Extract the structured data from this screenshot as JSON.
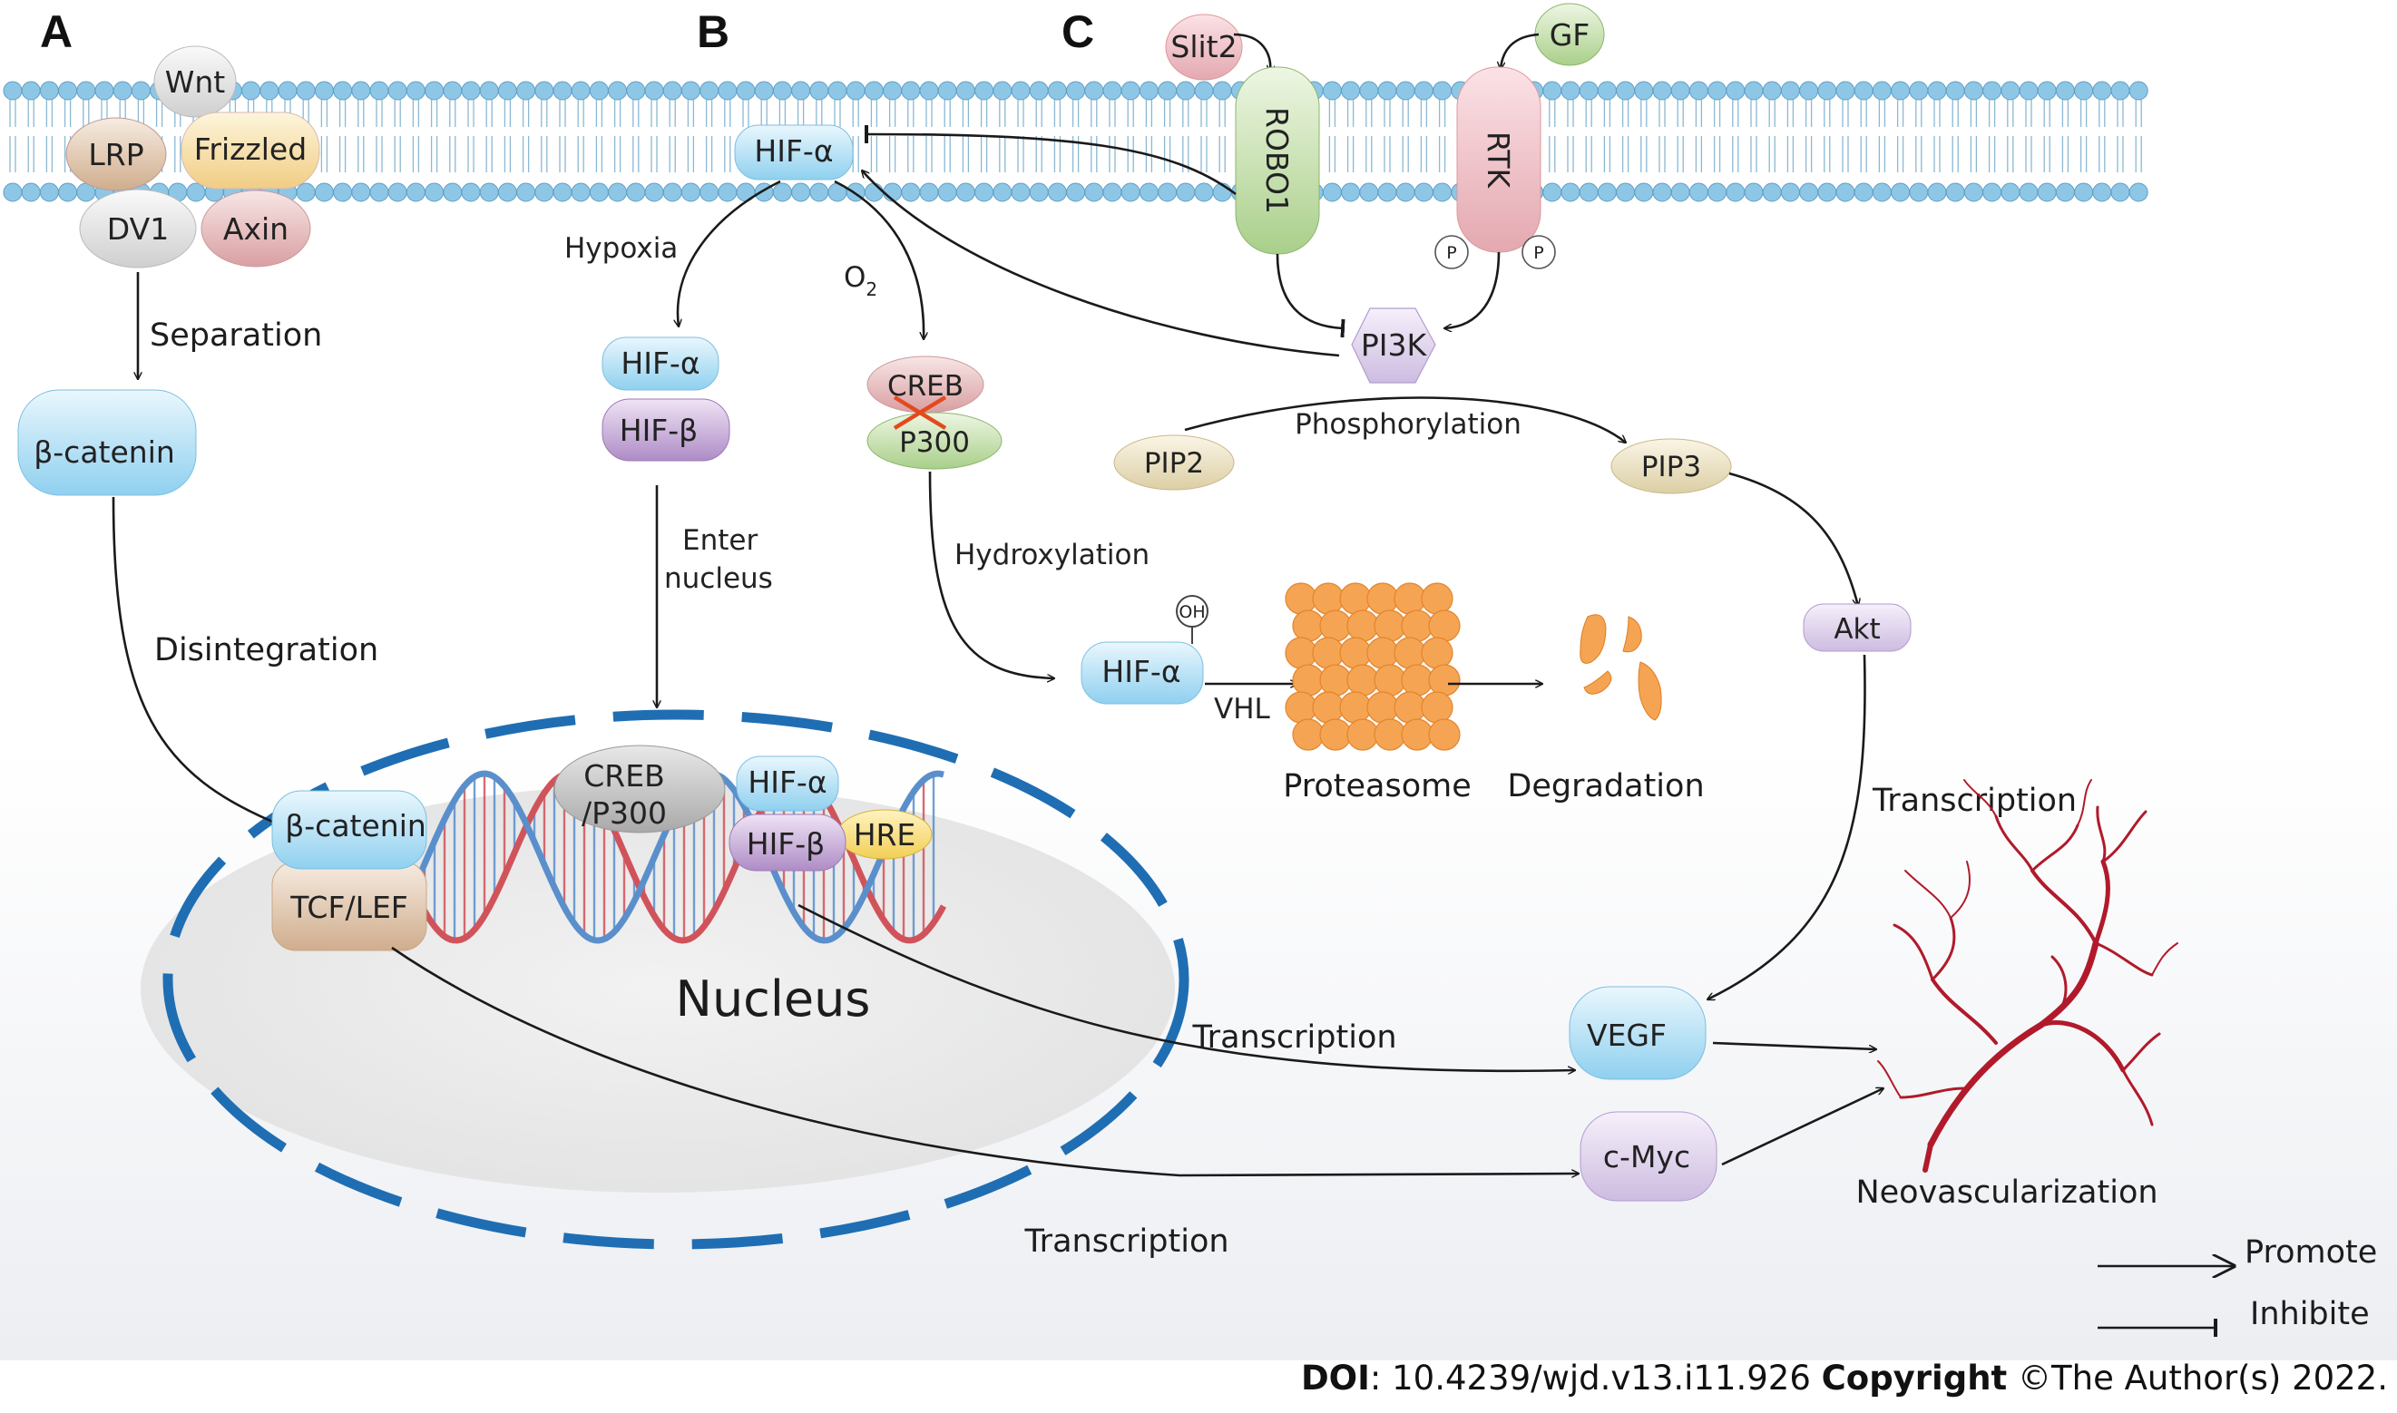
{
  "panels": {
    "a": "A",
    "b": "B",
    "c": "C"
  },
  "molecules": {
    "wnt": "Wnt",
    "lrp": "LRP",
    "frizzled": "Frizzled",
    "dv1": "DV1",
    "axin": "Axin",
    "beta_catenin": "β-catenin",
    "beta_catenin_nucleus": "β-catenin",
    "tcf_lef": "TCF/LEF",
    "hif_alpha_membrane": "HIF-α",
    "hif_alpha_hypoxia": "HIF-α",
    "hif_beta_hypoxia": "HIF-β",
    "creb": "CREB",
    "p300": "P300",
    "creb_p300_line1": "CREB",
    "creb_p300_line2": "/P300",
    "hif_alpha_nucleus": "HIF-α",
    "hif_beta_nucleus": "HIF-β",
    "hre": "HRE",
    "hif_alpha_oh": "HIF-α",
    "oh": "OH",
    "slit2": "Slit2",
    "robo1": "ROBO1",
    "gf": "GF",
    "rtk": "RTK",
    "p_left": "P",
    "p_right": "P",
    "pi3k": "PI3K",
    "pip2": "PIP2",
    "pip3": "PIP3",
    "akt": "Akt",
    "vegf": "VEGF",
    "cmyc": "c-Myc"
  },
  "labels": {
    "separation": "Separation",
    "disintegration": "Disintegration",
    "hypoxia": "Hypoxia",
    "o2_main": "O",
    "o2_sub": "2",
    "enter_line1": "Enter",
    "enter_line2": "nucleus",
    "hydroxylation": "Hydroxylation",
    "vhl": "VHL",
    "proteasome": "Proteasome",
    "degradation": "Degradation",
    "phosphorylation": "Phosphorylation",
    "transcription_akt": "Transcription",
    "transcription_vegf": "Transcription",
    "transcription_myc": "Transcription",
    "nucleus": "Nucleus",
    "neovascularization": "Neovascularization"
  },
  "legend": {
    "promote": "Promote",
    "inhibit": "Inhibite"
  },
  "footer": {
    "doi_label": "DOI",
    "doi_value": ": 10.4239/wjd.v13.i11.926 ",
    "copyright_label": "Copyright",
    "copyright_value": " ©The Author(s) 2022."
  },
  "colors": {
    "membrane_head": "#8ec7e6",
    "dna_red": "#d0535b",
    "dna_blue": "#5a8fcc",
    "nucleus_dash": "#1f6eb3",
    "proteasome": "#f5a453",
    "vessel": "#b11a2a"
  }
}
